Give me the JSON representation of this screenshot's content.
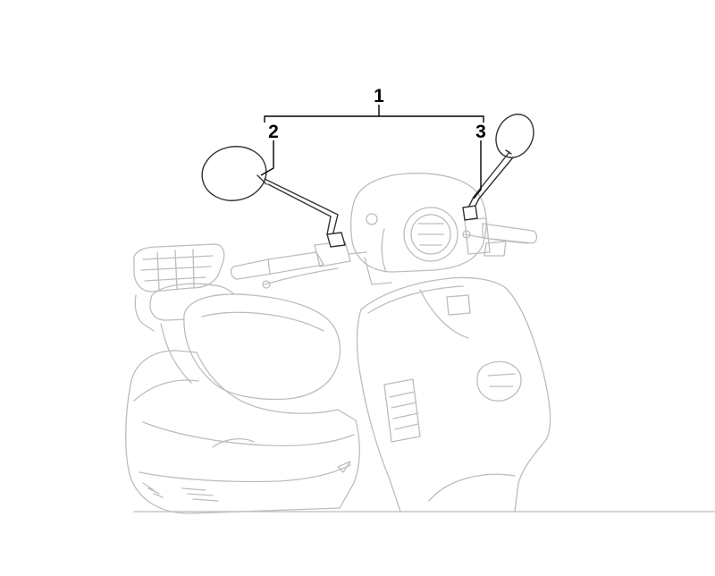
{
  "diagram": {
    "callouts": {
      "assembly": "1",
      "left_mirror": "2",
      "right_mirror": "3"
    }
  },
  "colors": {
    "background": "#ffffff",
    "ghost_outline": "#bdbdbd",
    "part_outline": "#333333",
    "callout_text": "#000000"
  }
}
